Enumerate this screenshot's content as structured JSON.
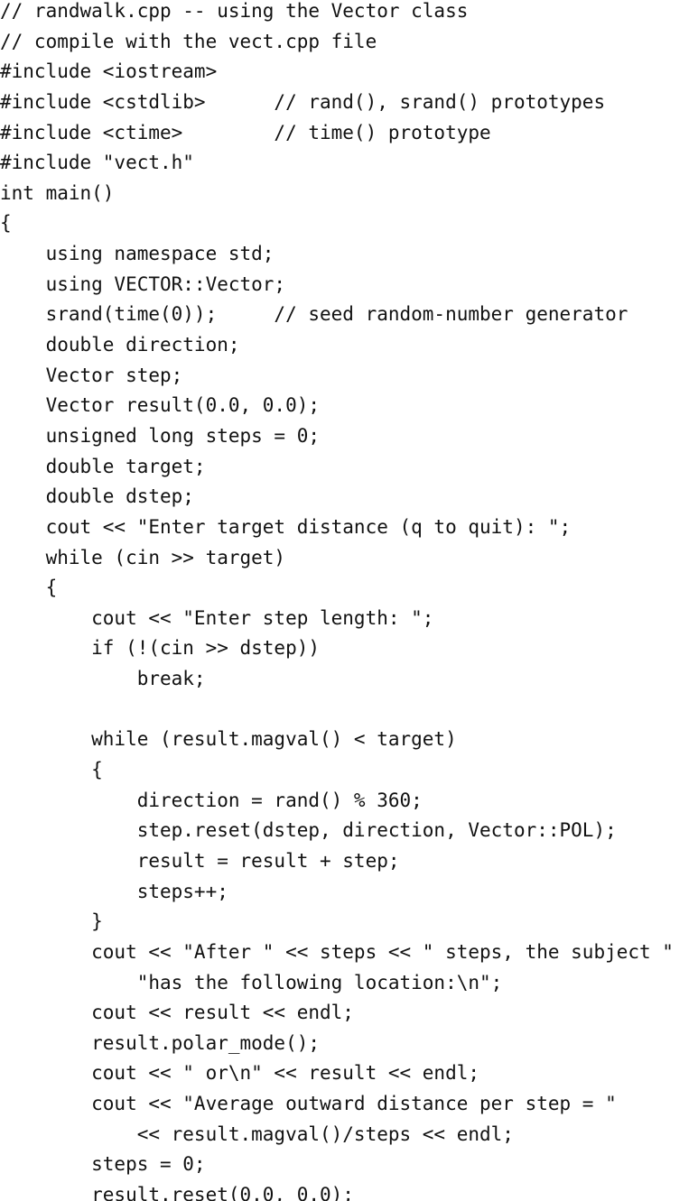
{
  "code": {
    "lines": [
      "// randwalk.cpp -- using the Vector class",
      "// compile with the vect.cpp file",
      "#include <iostream>",
      "#include <cstdlib>      // rand(), srand() prototypes",
      "#include <ctime>        // time() prototype",
      "#include \"vect.h\"",
      "int main()",
      "{",
      "    using namespace std;",
      "    using VECTOR::Vector;",
      "    srand(time(0));     // seed random-number generator",
      "    double direction;",
      "    Vector step;",
      "    Vector result(0.0, 0.0);",
      "    unsigned long steps = 0;",
      "    double target;",
      "    double dstep;",
      "    cout << \"Enter target distance (q to quit): \";",
      "    while (cin >> target)",
      "    {",
      "        cout << \"Enter step length: \";",
      "        if (!(cin >> dstep))",
      "            break;",
      "",
      "        while (result.magval() < target)",
      "        {",
      "            direction = rand() % 360;",
      "            step.reset(dstep, direction, Vector::POL);",
      "            result = result + step;",
      "            steps++;",
      "        }",
      "        cout << \"After \" << steps << \" steps, the subject \"",
      "            \"has the following location:\\n\";",
      "        cout << result << endl;",
      "        result.polar_mode();",
      "        cout << \" or\\n\" << result << endl;",
      "        cout << \"Average outward distance per step = \"",
      "            << result.magval()/steps << endl;",
      "        steps = 0;",
      "        result.reset(0.0, 0.0);"
    ]
  }
}
